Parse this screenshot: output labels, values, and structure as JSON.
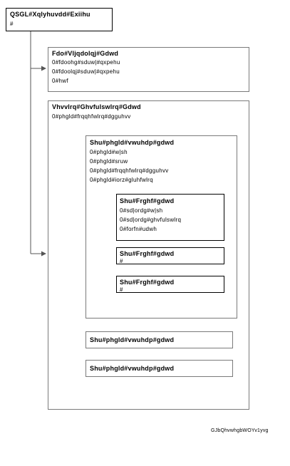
{
  "root": {
    "title": "QSGL#Xqlyhuvdd#Exiihu",
    "line": "#"
  },
  "call_signaling": {
    "title": "Fdo#Vljqdolqj#Gdwd",
    "lines": [
      "0#fdoohg#sduw|#qxpehu",
      "0#fdoolqj#sduw|#qxpehu",
      "0#hwf"
    ]
  },
  "session": {
    "title": "Vhvvlrq#Ghvfulswlrq#Gdwd",
    "line": "0#phgld#frqqhfwlrq#dgguhvv"
  },
  "stream1": {
    "title": "Shu#phgld#vwuhdp#gdwd",
    "lines": [
      "0#phgld#w|sh",
      "0#phgld#sruw",
      "0#phgld#frqqhfwlrq#dgguhvv",
      "0#phgld#iorz#gluhfwlrq"
    ]
  },
  "codec1": {
    "title": "Shu#Frghf#gdwd",
    "lines": [
      "0#sd|ordg#w|sh",
      "0#sd|ordg#ghvfulswlrq",
      "0#forfn#udwh"
    ]
  },
  "codec2": {
    "title": "Shu#Frghf#gdwd",
    "line": "#"
  },
  "codec3": {
    "title": "Shu#Frghf#gdwd",
    "line": "#"
  },
  "stream2": {
    "title": "Shu#phgld#vwuhdp#gdwd"
  },
  "stream3": {
    "title": "Shu#phgld#vwuhdp#gdwd"
  },
  "caption": "GJbQhvwhgbWOYv1yvg"
}
